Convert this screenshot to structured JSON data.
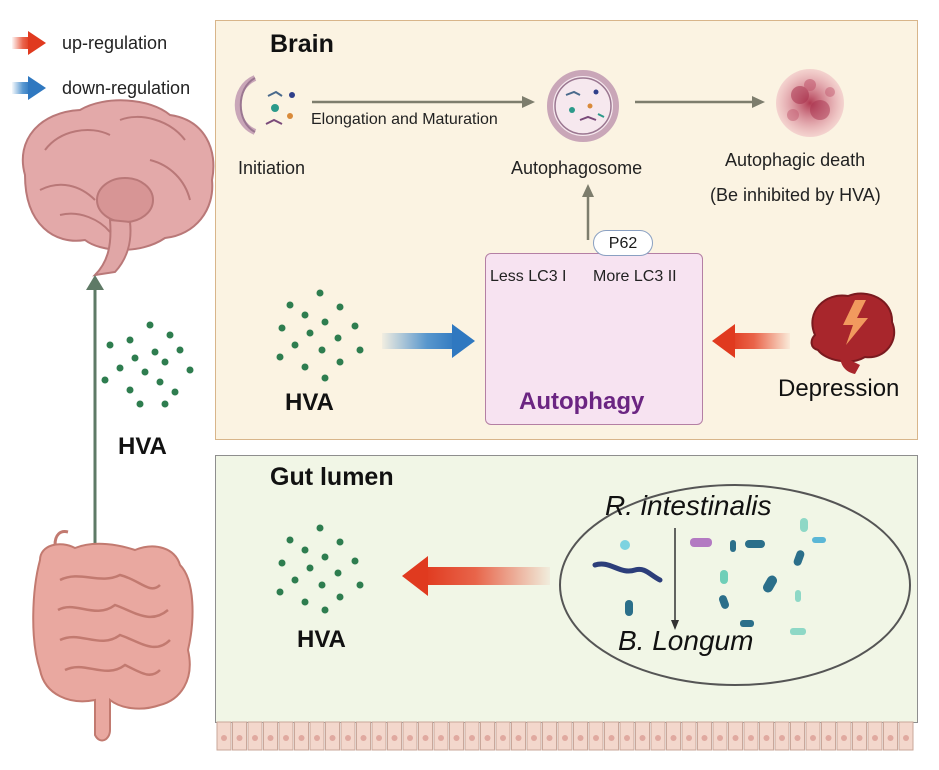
{
  "legend": {
    "up_label": "up-regulation",
    "down_label": "down-regulation",
    "up_color": "#e64a2e",
    "down_color": "#3b86c9"
  },
  "left": {
    "hva_label": "HVA"
  },
  "brain_panel": {
    "title": "Brain",
    "initiation_label": "Initiation",
    "elongation_label": "Elongation and Maturation",
    "autophagosome_label": "Autophagosome",
    "autophagic_death_label": "Autophagic death",
    "inhibited_label": "(Be inhibited by HVA)",
    "p62_label": "P62",
    "less_lc3_label": "Less LC3 I",
    "more_lc3_label": "More LC3 II",
    "autophagy_label": "Autophagy",
    "hva_label": "HVA",
    "depression_label": "Depression"
  },
  "gut_panel": {
    "title": "Gut lumen",
    "hva_label": "HVA",
    "r_intestinalis_label": "R. intestinalis",
    "b_longum_label": "B. Longum"
  },
  "colors": {
    "brain_bg": "#fbf3e2",
    "gut_bg": "#f1f6e6",
    "hva_dot": "#2e7d4f",
    "autophagy_text": "#6b2582"
  }
}
